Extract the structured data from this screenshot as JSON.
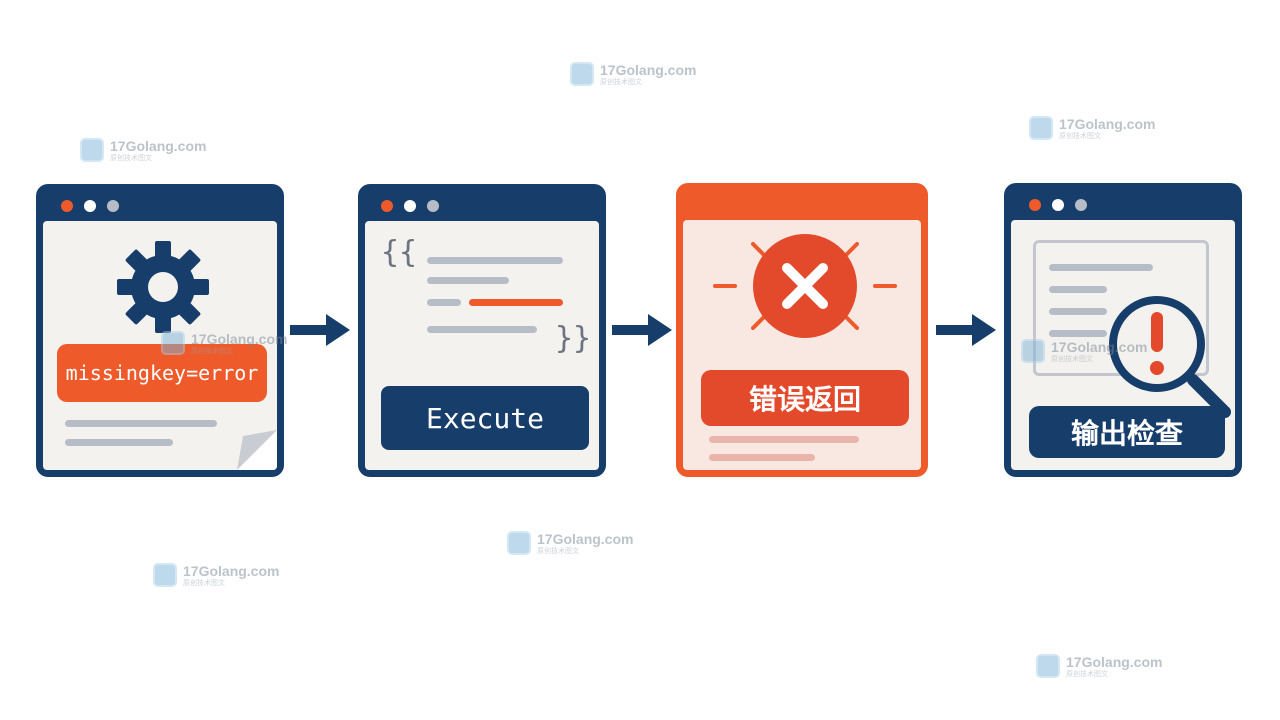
{
  "colors": {
    "navy": "#173e6b",
    "orange": "#ee5a2a",
    "red": "#e34a2c",
    "panel": "#f4f2ee",
    "gray_line": "#b7bdc6",
    "pink_line": "#e9b4aa"
  },
  "steps": [
    {
      "label": "missingkey=error",
      "icon": "gear-icon"
    },
    {
      "label": "Execute",
      "icon": "code-braces-icon",
      "brace_open": "{{",
      "brace_close": "}}"
    },
    {
      "label": "错误返回",
      "icon": "error-x-icon"
    },
    {
      "label": "输出检查",
      "icon": "magnifier-alert-icon"
    }
  ],
  "watermark": {
    "site": "17Golang.com",
    "subtitle": "原创技术图文"
  }
}
